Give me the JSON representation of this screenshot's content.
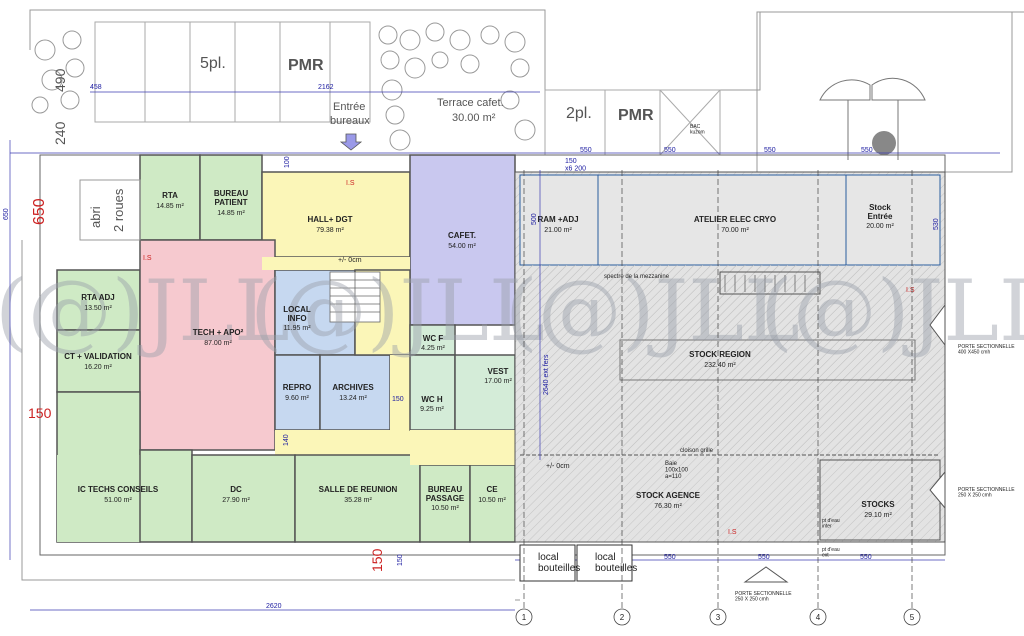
{
  "parking": {
    "places_5": "5pl.",
    "pmr_1": "PMR",
    "places_2": "2pl.",
    "pmr_2": "PMR",
    "kuzom": "BAC\nkuzom"
  },
  "entrance": {
    "line1": "Entrée",
    "line2": "bureaux"
  },
  "terrace": {
    "line1": "Terrace cafet.",
    "line2": "30.00 m²"
  },
  "abri": {
    "line1": "abri",
    "line2": "2 roues"
  },
  "rooms": [
    {
      "key": "rta",
      "name": "RTA",
      "area": "14.85 m²"
    },
    {
      "key": "bureau_patient",
      "name": "BUREAU\nPATIENT",
      "area": "14.85 m²"
    },
    {
      "key": "hall",
      "name": "HALL+ DGT",
      "area": "79.38 m²"
    },
    {
      "key": "cafet",
      "name": "CAFET.",
      "area": "54.00 m²"
    },
    {
      "key": "ram",
      "name": "RAM +ADJ",
      "area": "21.00 m²"
    },
    {
      "key": "atelier",
      "name": "ATELIER ELEC CRYO",
      "area": "70.00 m²"
    },
    {
      "key": "stock_entree",
      "name": "Stock\nEntrée",
      "area": "20.00 m²"
    },
    {
      "key": "rta_adj",
      "name": "RTA ADJ",
      "area": "13.50 m²"
    },
    {
      "key": "tech",
      "name": "TECH + APO²",
      "area": "87.00 m²"
    },
    {
      "key": "local_info",
      "name": "LOCAL\nINFO",
      "area": "11.95 m²"
    },
    {
      "key": "ct_validation",
      "name": "CT + VALIDATION",
      "area": "16.20 m²"
    },
    {
      "key": "wc_f",
      "name": "WC F",
      "area": "4.25 m²"
    },
    {
      "key": "vest",
      "name": "VEST",
      "area": "17.00 m²"
    },
    {
      "key": "repro",
      "name": "REPRO",
      "area": "9.60 m²"
    },
    {
      "key": "archives",
      "name": "ARCHIVES",
      "area": "13.24 m²"
    },
    {
      "key": "wc_h",
      "name": "WC H",
      "area": "9.25 m²"
    },
    {
      "key": "stock_region",
      "name": "STOCK REGION",
      "area": "232.40 m²"
    },
    {
      "key": "ic_techs",
      "name": "IC TECHS CONSEILS",
      "area": "51.00 m²"
    },
    {
      "key": "dc",
      "name": "DC",
      "area": "27.90 m²"
    },
    {
      "key": "salle_reunion",
      "name": "SALLE DE REUNION",
      "area": "35.28 m²"
    },
    {
      "key": "bureau_passage",
      "name": "BUREAU\nPASSAGE",
      "area": "10.50 m²"
    },
    {
      "key": "ce",
      "name": "CE",
      "area": "10.50 m²"
    },
    {
      "key": "stock_agence",
      "name": "STOCK AGENCE",
      "area": "76.30 m²"
    },
    {
      "key": "stocks",
      "name": "STOCKS",
      "area": "29.10 m²"
    }
  ],
  "dimensions": {
    "d458": "458",
    "d2162": "2162",
    "d490": "490",
    "d240": "240",
    "d650_small": "650",
    "d650_big": "650",
    "d150_left": "150",
    "d150_bottom": "150",
    "d150_small": "150",
    "d100": "100",
    "d550_a": "550",
    "d550_b": "550",
    "d550_c": "550",
    "d550_d": "550",
    "d550_e": "550",
    "d550_f": "550",
    "d550_g": "550",
    "d2620": "2620",
    "d500": "500",
    "d530": "530",
    "d2640": "2640 ext fers",
    "d140": "140",
    "d150_arch": "150",
    "d150_c": "150"
  },
  "notes": {
    "level_1": "+/- 0cm",
    "level_2": "+/- 0cm",
    "mezzanine": "spectre de la mezzanine",
    "cloison": "cloison grille",
    "baie": "Baie\n100x100\na=110",
    "is_1": "I.S",
    "is_2": "I.S",
    "is_3": "I.S",
    "is_4": "I.S",
    "pt_eau_inter": "pt d'eau\ninter",
    "pt_eau_ext": "pt d'eau\next",
    "dim_150_top": "150\nx6 200"
  },
  "doors": {
    "ps_1": "PORTE SECTIONNELLE\n400 X450 cmh",
    "ps_2": "PORTE SECTIONNELLE\n250 X 250 cmh",
    "ps_3": "PORTE SECTIONNELLE\n250 X 250 cmh"
  },
  "local_bouteilles_1": "local\nbouteilles",
  "local_bouteilles_2": "local\nbouteilles",
  "axes": [
    "1",
    "2",
    "3",
    "4",
    "5"
  ],
  "colors": {
    "green": "#cfeac5",
    "pink": "#f6c9cf",
    "yellow": "#fbf6b8",
    "purple": "#c9c8ef",
    "blue": "#c6d8f0",
    "grey": "#e3e3e3",
    "teal": "#d4ecd8"
  }
}
